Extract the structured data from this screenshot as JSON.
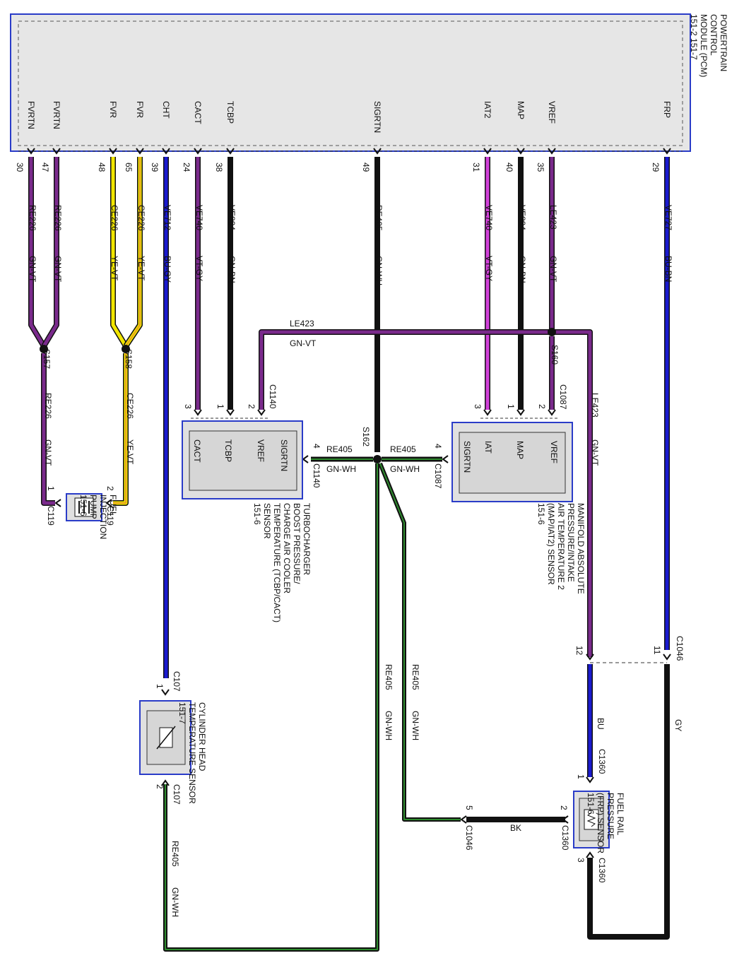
{
  "pcm": {
    "title_lines": [
      "POWERTRAIN",
      "CONTROL",
      "MODULE (PCM)",
      "151-2  151-7"
    ],
    "pins": [
      {
        "label": "FVRTN",
        "num": "30"
      },
      {
        "label": "FVRTN",
        "num": "47"
      },
      {
        "label": "FVR",
        "num": "48"
      },
      {
        "label": "FVR",
        "num": "65"
      },
      {
        "label": "CHT",
        "num": "39"
      },
      {
        "label": "CACT",
        "num": "24"
      },
      {
        "label": "TCBP",
        "num": "38"
      },
      {
        "label": "SIGRTN",
        "num": "49"
      },
      {
        "label": "IAT2",
        "num": "31"
      },
      {
        "label": "MAP",
        "num": "40"
      },
      {
        "label": "VREF",
        "num": "35"
      },
      {
        "label": "FRP",
        "num": "29"
      }
    ]
  },
  "wires": [
    {
      "circuit": "RE226",
      "color": "GN-VT"
    },
    {
      "circuit": "RE226",
      "color": "GN-VT"
    },
    {
      "circuit": "CE226",
      "color": "YE-VT"
    },
    {
      "circuit": "CE226",
      "color": "YE-VT"
    },
    {
      "circuit": "VE712",
      "color": "BU-GY"
    },
    {
      "circuit": "VE740",
      "color": "VT-GY"
    },
    {
      "circuit": "VE804",
      "color": "GN-BN"
    },
    {
      "circuit": "RE405",
      "color": "GN-WH"
    },
    {
      "circuit": "VE740",
      "color": "VT-GY"
    },
    {
      "circuit": "VE804",
      "color": "GN-BN"
    },
    {
      "circuit": "LE423",
      "color": "GN-VT"
    },
    {
      "circuit": "VE727",
      "color": "BU-BN"
    }
  ],
  "lower_wires": {
    "s157_to_c119": {
      "circuit": "RE226",
      "color": "GN-VT"
    },
    "s158_to_c119": {
      "circuit": "CE226",
      "color": "YE-VT"
    },
    "s160_cross": {
      "circuit": "LE423",
      "color": "GN-VT"
    },
    "s160_down": {
      "circuit": "LE423",
      "color": "GN-VT"
    },
    "s162_left": {
      "circuit": "RE405",
      "color": "GN-WH"
    },
    "s162_right": {
      "circuit": "RE405",
      "color": "GN-WH"
    },
    "s162_down_a": {
      "circuit": "RE405",
      "color": "GN-WH"
    },
    "s162_down_b": {
      "circuit": "RE405",
      "color": "GN-WH"
    },
    "cht_return": {
      "circuit": "RE405",
      "color": "GN-WH"
    },
    "frp_sig": "GY",
    "frp_vref": "BU",
    "frp_gnd": "BK"
  },
  "splices": [
    "S157",
    "S158",
    "S160",
    "S162"
  ],
  "connectors": {
    "c119": "C119",
    "c1140": "C1140",
    "c1087": "C1087",
    "c107": "C107",
    "c1046": "C1046",
    "c1360": "C1360"
  },
  "pin_numbers": {
    "c119_1": "1",
    "c119_2": "2",
    "c1140_1": "1",
    "c1140_2": "2",
    "c1140_3": "3",
    "c1140_4": "4",
    "c1087_1": "1",
    "c1087_2": "2",
    "c1087_3": "3",
    "c1087_4": "4",
    "c107_1": "1",
    "c107_2": "2",
    "c1046_11": "11",
    "c1046_12": "12",
    "c1046_5": "5",
    "c1360_1": "1",
    "c1360_2": "2",
    "c1360_3": "3"
  },
  "components": {
    "fuel_pump": {
      "lines": [
        "FUEL",
        "INJECTION",
        "PUMP",
        "151-6"
      ]
    },
    "tcbp_sensor": {
      "pins": [
        "CACT",
        "TCBP",
        "VREF",
        "SIGRTN"
      ],
      "lines": [
        "TURBOCHARGER",
        "BOOST PRESSURE/",
        "CHARGE AIR COOLER",
        "TEMPERATURE (TCBP/CACT)",
        "SENSOR",
        "151-6"
      ]
    },
    "map_sensor": {
      "pins": [
        "IAT",
        "MAP",
        "VREF",
        "SIGRTN"
      ],
      "lines": [
        "MANIFOLD ABSOLUTE",
        "PRESSURE/INTAKE",
        "AIR TEMPERATURE 2",
        "(MAP/IAT2) SENSOR",
        "151-6"
      ]
    },
    "cht_sensor": {
      "lines": [
        "CYLINDER HEAD",
        "TEMPERATURE SENSOR",
        "151-7"
      ]
    },
    "frp_sensor": {
      "lines": [
        "FUEL RAIL",
        "PRESSURE",
        "(FRP) SENSOR",
        "151-6"
      ]
    }
  },
  "colors": {
    "violet": "#7a2a8c",
    "magenta": "#d040d8",
    "yellow": "#f2e600",
    "orange": "#e8a020",
    "blue": "#1a1ad0",
    "green": "#2e8b2e",
    "black": "#111111",
    "box_blue": "#2a3cc8",
    "box_fill": "#e0e0e0"
  }
}
